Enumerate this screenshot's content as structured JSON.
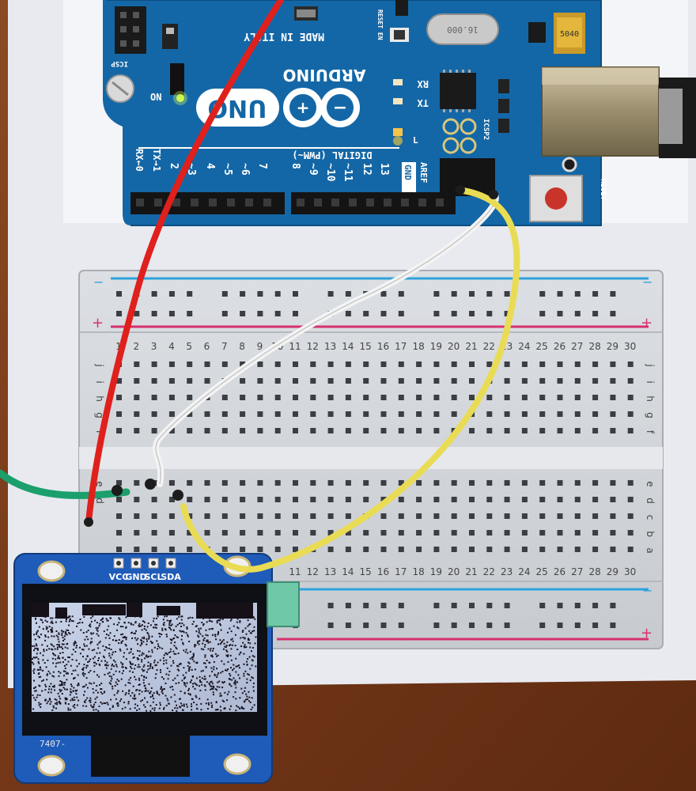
{
  "arduino": {
    "brand": "ARDUINO",
    "model": "UNO",
    "made_in": "MADE IN ITALY",
    "digital_label": "DIGITAL (PWM~)",
    "aref": "AREF",
    "gnd": "GND",
    "led_on": "ON",
    "led_tx": "TX",
    "led_rx": "RX",
    "led_l": "L",
    "reset": "RESET",
    "icsp": "ICSP",
    "icsp2": "ICSP2",
    "reset_en": "RESET EN",
    "tx_arrow": "TX→1",
    "rx_arrow": "RX←0",
    "pins": [
      "2",
      "~3",
      "4",
      "~5",
      "~6",
      "7",
      "8",
      "~9",
      "~10",
      "~11",
      "12",
      "13"
    ],
    "crystal": "16.000",
    "cap_label": "5040"
  },
  "breadboard": {
    "row_letters_top": [
      "j",
      "i",
      "h",
      "g",
      "f"
    ],
    "row_letters_bottom": [
      "e",
      "d",
      "c",
      "b",
      "a"
    ],
    "rail_minus": "−",
    "rail_plus": "+",
    "column_numbers": [
      "1",
      "2",
      "3",
      "4",
      "5",
      "6",
      "7",
      "8",
      "9",
      "10",
      "11",
      "12",
      "13",
      "14",
      "15",
      "16",
      "17",
      "18",
      "19",
      "20",
      "21",
      "22",
      "23",
      "24",
      "25",
      "26",
      "27",
      "28",
      "29",
      "30"
    ]
  },
  "oled": {
    "pins": [
      "VCC",
      "GND",
      "SCL",
      "SDA"
    ],
    "flex_code": "7407-"
  },
  "wires": [
    {
      "color": "#e0201c",
      "role": "VCC"
    },
    {
      "color": "#f2f2f2",
      "role": "SDA"
    },
    {
      "color": "#e6d44a",
      "role": "SCL"
    },
    {
      "color": "#1faa78",
      "role": "GND"
    }
  ]
}
